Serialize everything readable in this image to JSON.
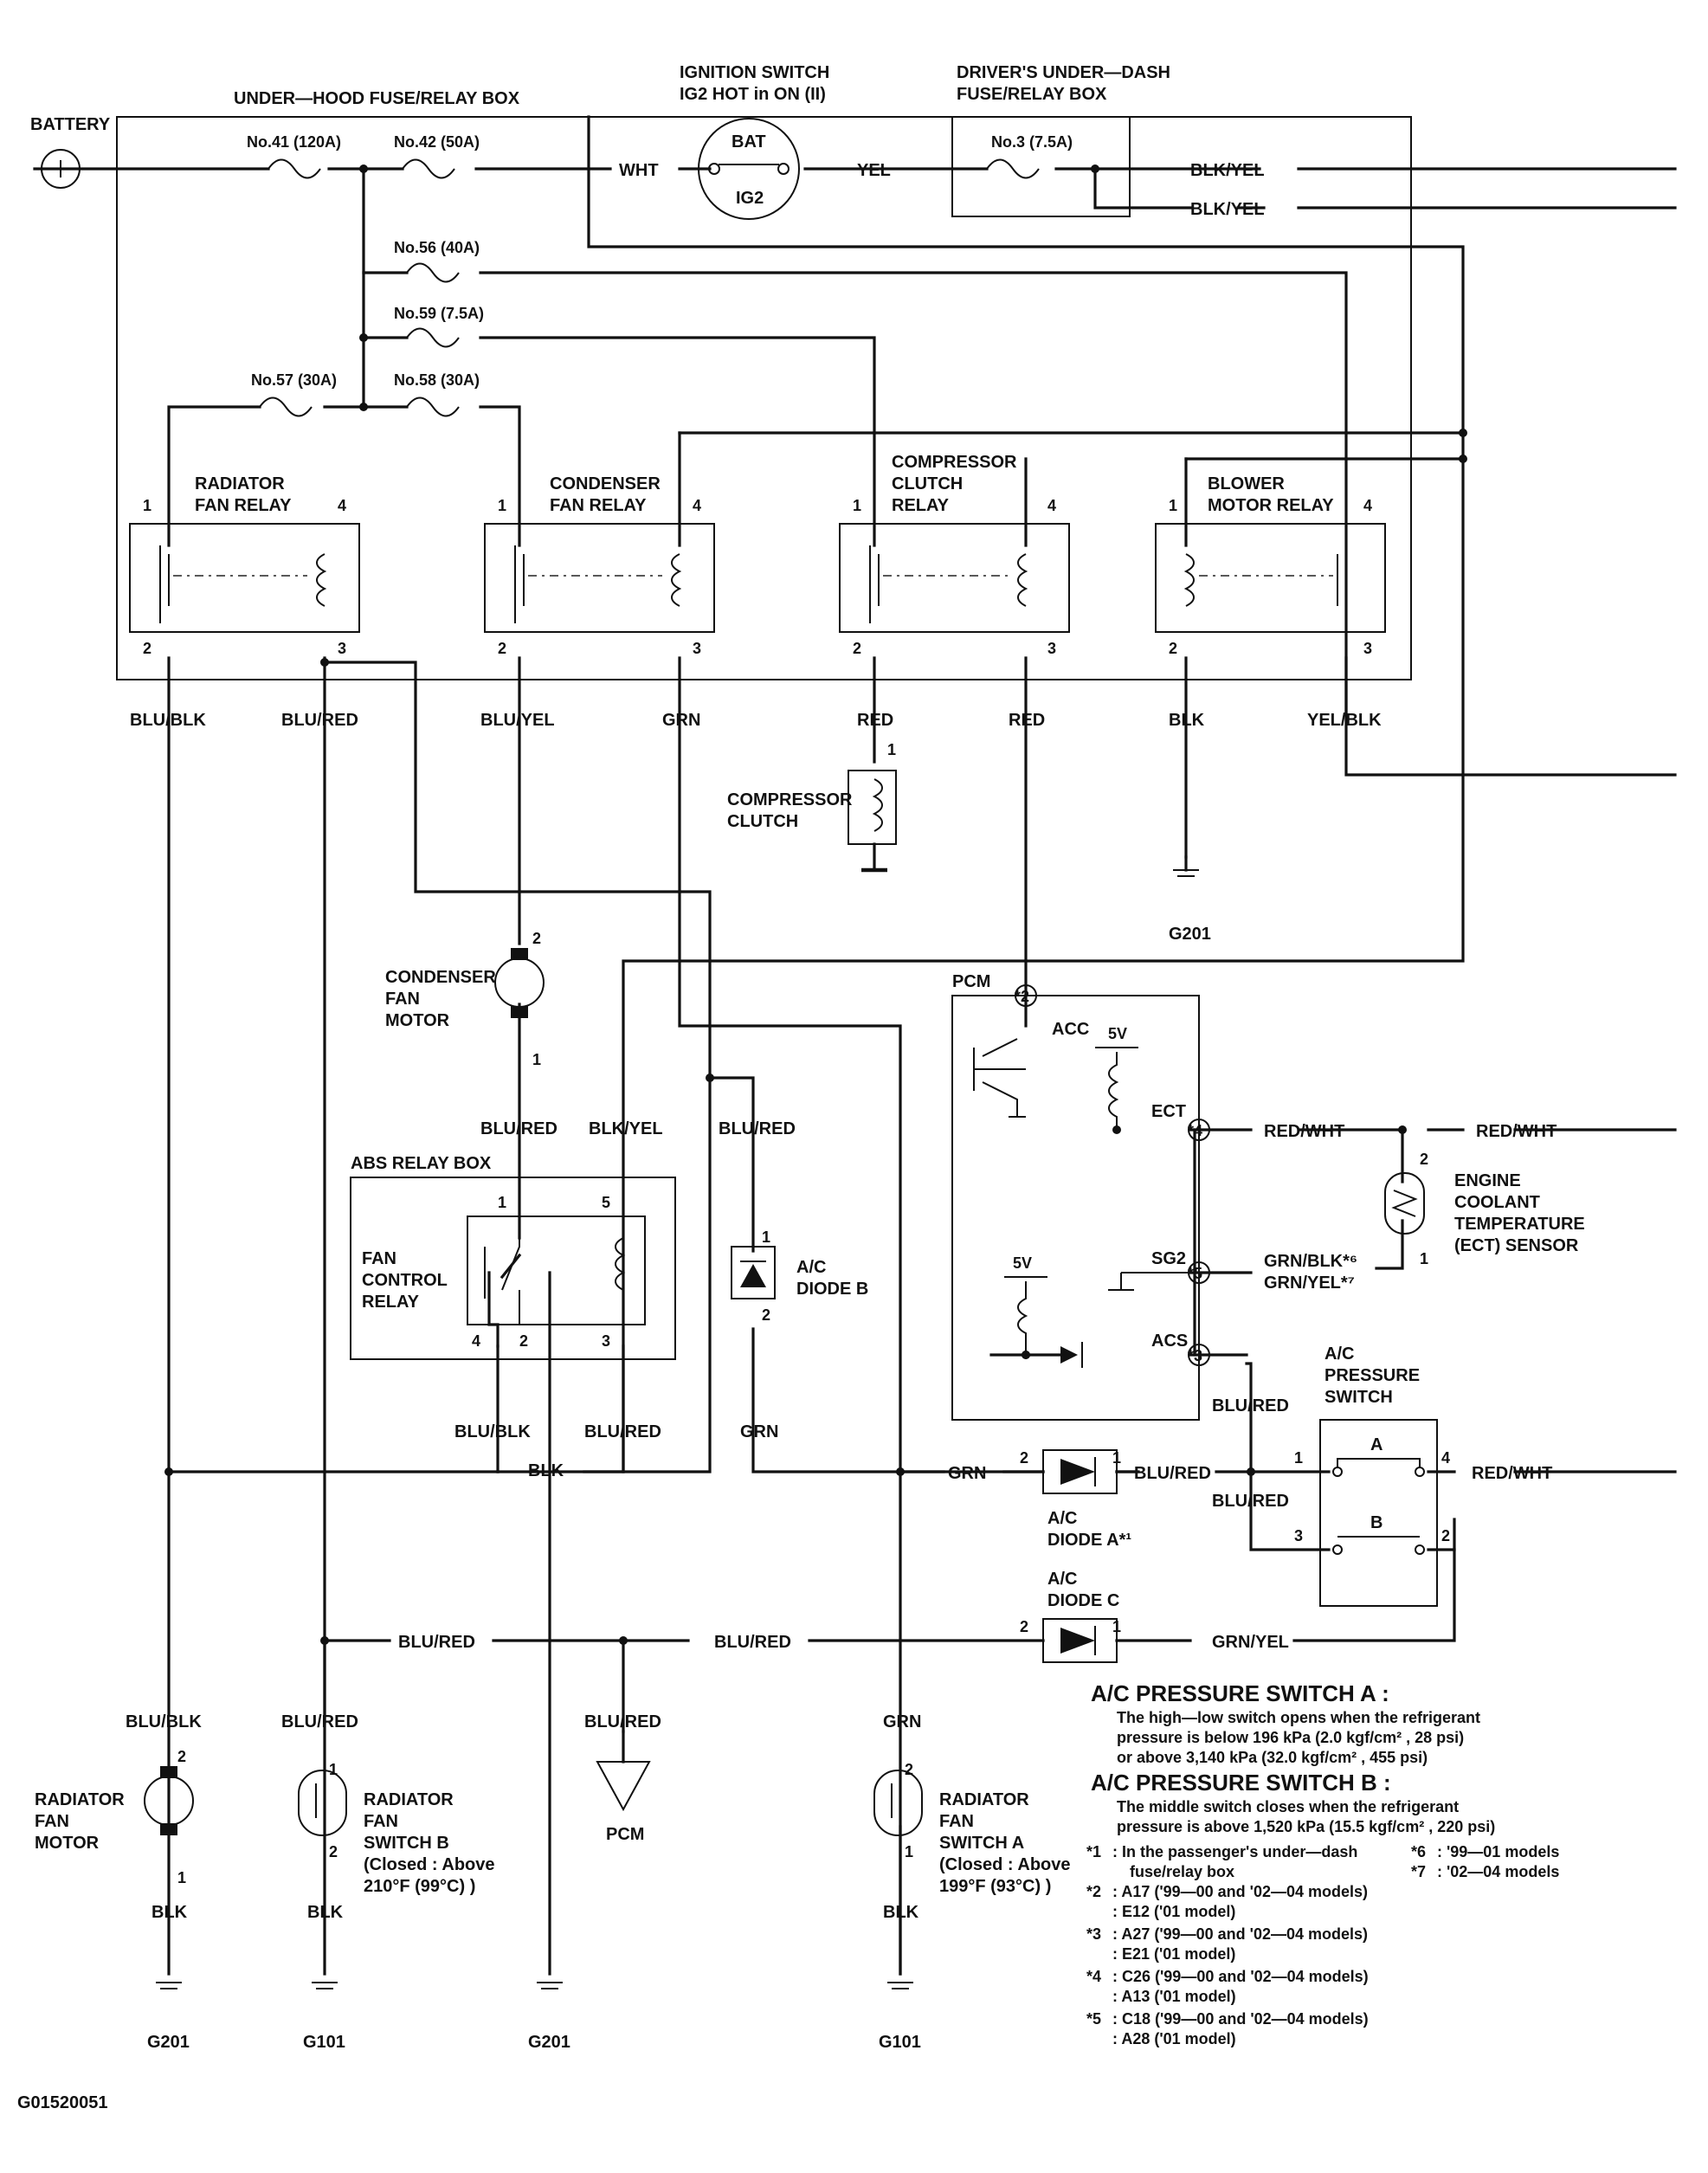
{
  "labels": {
    "battery": "BATTERY",
    "underhood_box": "UNDER—HOOD FUSE/RELAY BOX",
    "ign_title_1": "IGNITION SWITCH",
    "ign_title_2": "IG2 HOT in ON (II)",
    "ign_bat": "BAT",
    "ign_ig2": "IG2",
    "drv_box_1": "DRIVER'S UNDER—DASH",
    "drv_box_2": "FUSE/RELAY BOX",
    "fuse_41": "No.41 (120A)",
    "fuse_42": "No.42 (50A)",
    "fuse_3": "No.3 (7.5A)",
    "fuse_56": "No.56 (40A)",
    "fuse_59": "No.59 (7.5A)",
    "fuse_57": "No.57 (30A)",
    "fuse_58": "No.58 (30A)",
    "relay_rad_1": "RADIATOR",
    "relay_rad_2": "FAN RELAY",
    "relay_cond_1": "CONDENSER",
    "relay_cond_2": "FAN RELAY",
    "relay_comp_1": "COMPRESSOR",
    "relay_comp_2": "CLUTCH",
    "relay_comp_3": "RELAY",
    "relay_blow_1": "BLOWER",
    "relay_blow_2": "MOTOR RELAY",
    "compressor_clutch_1": "COMPRESSOR",
    "compressor_clutch_2": "CLUTCH",
    "cond_motor_1": "CONDENSER",
    "cond_motor_2": "FAN",
    "cond_motor_3": "MOTOR",
    "abs_box": "ABS RELAY BOX",
    "fan_ctrl_1": "FAN",
    "fan_ctrl_2": "CONTROL",
    "fan_ctrl_3": "RELAY",
    "diode_b_1": "A/C",
    "diode_b_2": "DIODE B",
    "pcm": "PCM",
    "acc": "ACC",
    "ect": "ECT",
    "sg2": "SG2",
    "acs": "ACS",
    "v5a": "5V",
    "v5b": "5V",
    "ect_sensor_1": "ENGINE",
    "ect_sensor_2": "COOLANT",
    "ect_sensor_3": "TEMPERATURE",
    "ect_sensor_4": "(ECT) SENSOR",
    "ps_1": "A/C",
    "ps_2": "PRESSURE",
    "ps_3": "SWITCH",
    "ps_a": "A",
    "ps_b": "B",
    "diode_a_1": "A/C",
    "diode_a_2": "DIODE A*¹",
    "diode_c_1": "A/C",
    "diode_c_2": "DIODE C",
    "rad_motor_1": "RADIATOR",
    "rad_motor_2": "FAN",
    "rad_motor_3": "MOTOR",
    "rfs_b_1": "RADIATOR",
    "rfs_b_2": "FAN",
    "rfs_b_3": "SWITCH B",
    "rfs_b_4": "(Closed : Above",
    "rfs_b_5": "210°F (99°C) )",
    "rfs_a_1": "RADIATOR",
    "rfs_a_2": "FAN",
    "rfs_a_3": "SWITCH A",
    "rfs_a_4": "(Closed : Above",
    "rfs_a_5": "199°F (93°C) )",
    "pcm_term": "PCM",
    "g201_a": "G201",
    "g201_b": "G201",
    "g101_a": "G101",
    "g201_c": "G201",
    "g101_b": "G101",
    "figure_id": "G01520051"
  },
  "wires": {
    "wht": "WHT",
    "yel": "YEL",
    "blk_yel_1": "BLK/YEL",
    "blk_yel_2": "BLK/YEL",
    "blu_blk_1": "BLU/BLK",
    "blu_red_1": "BLU/RED",
    "blu_yel_1": "BLU/YEL",
    "grn_1": "GRN",
    "red_1": "RED",
    "red_2": "RED",
    "blk_1": "BLK",
    "yel_blk": "YEL/BLK",
    "blu_red_2": "BLU/RED",
    "blk_yel_3": "BLK/YEL",
    "blu_red_3": "BLU/RED",
    "red_wht_1": "RED/WHT",
    "red_wht_2": "RED/WHT",
    "grn_blk": "GRN/BLK*⁶",
    "grn_yel": "GRN/YEL*⁷",
    "blu_red_4": "BLU/RED",
    "blu_blk_2": "BLU/BLK",
    "blk_2": "BLK",
    "blu_red_5": "BLU/RED",
    "grn_2": "GRN",
    "grn_3": "GRN",
    "blu_red_6": "BLU/RED",
    "blu_red_7": "BLU/RED",
    "red_wht_3": "RED/WHT",
    "blu_red_8": "BLU/RED",
    "blu_red_9": "BLU/RED",
    "grn_yel_2": "GRN/YEL",
    "blu_blk_3": "BLU/BLK",
    "blu_red_10": "BLU/RED",
    "blu_red_11": "BLU/RED",
    "grn_4": "GRN",
    "blk_3": "BLK",
    "blk_4": "BLK",
    "blk_5": "BLK"
  },
  "pins": {
    "rad_1": "1",
    "rad_4": "4",
    "rad_2": "2",
    "rad_3": "3",
    "cond_1": "1",
    "cond_4": "4",
    "cond_2": "2",
    "cond_3": "3",
    "comp_1": "1",
    "comp_4": "4",
    "comp_2": "2",
    "comp_3": "3",
    "blow_1": "1",
    "blow_4": "4",
    "blow_2": "2",
    "blow_3": "3",
    "clutch_1": "1",
    "cm_2": "2",
    "cm_1": "1",
    "fcr_1": "1",
    "fcr_5": "5",
    "fcr_4": "4",
    "fcr_2": "2",
    "fcr_3": "3",
    "db_1": "1",
    "db_2": "2",
    "pcm_2": "*2",
    "pcm_4": "*4",
    "pcm_5": "*5",
    "pcm_3": "*3",
    "ect_2": "2",
    "ect_1": "1",
    "ps_1": "1",
    "ps_4": "4",
    "ps_3": "3",
    "ps_2": "2",
    "da_2": "2",
    "da_1": "1",
    "dc_2": "2",
    "dc_1": "1",
    "rm_2": "2",
    "rm_1": "1",
    "rsb_1": "1",
    "rsb_2": "2",
    "rsa_2": "2",
    "rsa_1": "1"
  },
  "notes": {
    "ps_a_title": "A/C PRESSURE SWITCH A :",
    "ps_a_1": "The high—low switch opens when the refrigerant",
    "ps_a_2": "pressure is below 196 kPa (2.0 kgf/cm² , 28 psi)",
    "ps_a_3": "or above 3,140 kPa (32.0 kgf/cm² , 455 psi)",
    "ps_b_title": "A/C PRESSURE SWITCH B :",
    "ps_b_1": "The middle switch closes when the refrigerant",
    "ps_b_2": "pressure is above 1,520 kPa (15.5 kgf/cm² , 220 psi)",
    "fn1_mark": "*1",
    "fn1_a": ": In the passenger's under—dash",
    "fn1_b": "fuse/relay box",
    "fn2_mark": "*2",
    "fn2_a": ": A17 ('99—00 and '02—04 models)",
    "fn2_b": ": E12 ('01 model)",
    "fn3_mark": "*3",
    "fn3_a": ": A27 ('99—00 and '02—04 models)",
    "fn3_b": ": E21 ('01 model)",
    "fn4_mark": "*4",
    "fn4_a": ": C26 ('99—00 and '02—04 models)",
    "fn4_b": ": A13 ('01 model)",
    "fn5_mark": "*5",
    "fn5_a": ": C18 ('99—00 and '02—04 models)",
    "fn5_b": ": A28 ('01 model)",
    "fn6_mark": "*6",
    "fn6_a": ": '99—01 models",
    "fn7_mark": "*7",
    "fn7_a": ": '02—04 models"
  }
}
